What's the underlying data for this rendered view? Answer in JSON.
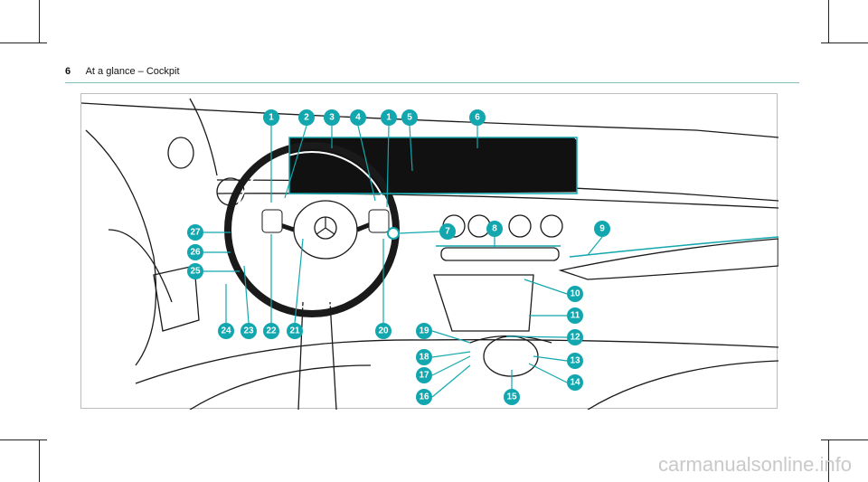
{
  "page": {
    "number": "6",
    "title": "At a glance – Cockpit"
  },
  "figure": {
    "callouts": [
      "1",
      "2",
      "3",
      "4",
      "1",
      "5",
      "6",
      "7",
      "8",
      "9",
      "10",
      "11",
      "12",
      "13",
      "14",
      "15",
      "16",
      "17",
      "18",
      "19",
      "20",
      "21",
      "22",
      "23",
      "24",
      "25",
      "26",
      "27"
    ]
  },
  "watermark": "carmanualsonline.info",
  "colors": {
    "accent": "#12a7ae",
    "line": "#1a1a1a"
  }
}
